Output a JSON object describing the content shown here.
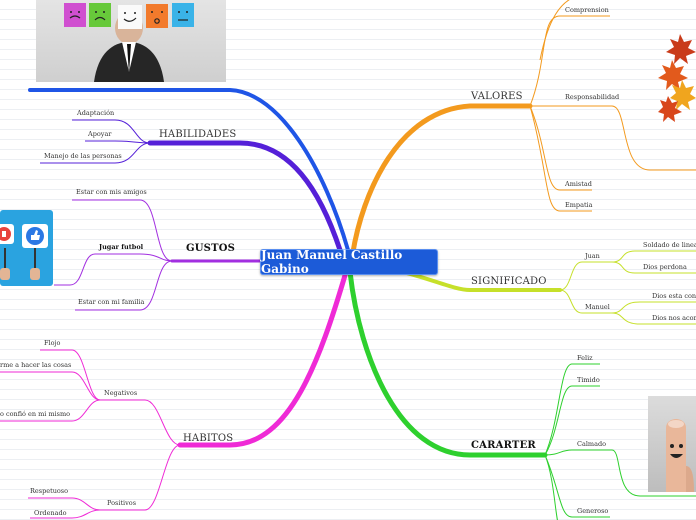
{
  "central": "Juan Manuel Castillo Gabino",
  "branches": {
    "valores": {
      "label": "VALORES",
      "color": "#f39a1e",
      "items": [
        "Comprension",
        "Responsabilidad",
        "Amistad",
        "Empatia"
      ]
    },
    "significado": {
      "label": "SIGNIFICADO",
      "color": "#c6e02a",
      "juan": {
        "label": "Juan",
        "items": [
          "Soldado de linea",
          "Dios perdona"
        ]
      },
      "manuel": {
        "label": "Manuel",
        "items": [
          "Dios esta con no",
          "Dios nos acomp"
        ]
      }
    },
    "cararter": {
      "label": "CARARTER",
      "color": "#2ed02e",
      "items": [
        "Feliz",
        "Timido",
        "Calmado",
        "Generoso"
      ]
    },
    "habitos": {
      "label": "HABITOS",
      "color": "#ef2ad6",
      "negativos": {
        "label": "Negativos",
        "items": [
          "Flojo",
          "rme a hacer las cosas",
          "o confió en mi mismo"
        ]
      },
      "positivos": {
        "label": "Positivos",
        "items": [
          "Respetuoso",
          "Ordenado"
        ]
      }
    },
    "gustos": {
      "label": "GUSTOS",
      "color": "#a22fe0",
      "items": [
        "Estar con mis amigos",
        "Jugar futbol",
        "Estar con mi familia"
      ]
    },
    "habilidades": {
      "label": "HABILIDADES",
      "color": "#5520d8",
      "items": [
        "Adaptación",
        "Apoyar",
        "Manejo de las personas"
      ]
    },
    "top": {
      "color": "#1f55e6"
    }
  },
  "images": [
    {
      "name": "emotion-faces-photo"
    },
    {
      "name": "autumn-leaves-image"
    },
    {
      "name": "like-dislike-hands-image"
    },
    {
      "name": "smiling-finger-photo"
    }
  ]
}
